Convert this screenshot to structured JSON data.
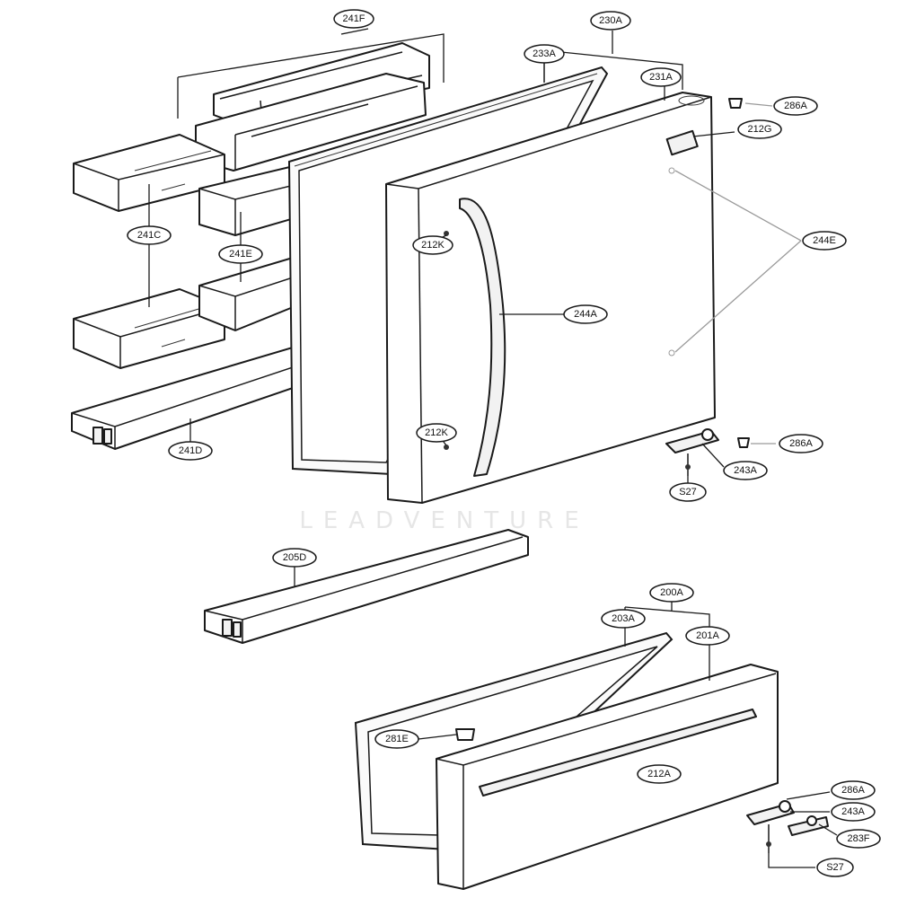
{
  "watermark": "LEADVENTURE",
  "callouts": [
    {
      "id": "241F",
      "label": "241F"
    },
    {
      "id": "230A",
      "label": "230A"
    },
    {
      "id": "233A",
      "label": "233A"
    },
    {
      "id": "231A",
      "label": "231A"
    },
    {
      "id": "286A-top",
      "label": "286A"
    },
    {
      "id": "212G",
      "label": "212G"
    },
    {
      "id": "244E",
      "label": "244E"
    },
    {
      "id": "241C",
      "label": "241C"
    },
    {
      "id": "241E",
      "label": "241E"
    },
    {
      "id": "212K-top",
      "label": "212K"
    },
    {
      "id": "244A",
      "label": "244A"
    },
    {
      "id": "212K-bottom",
      "label": "212K"
    },
    {
      "id": "286A-mid",
      "label": "286A"
    },
    {
      "id": "243A-top",
      "label": "243A"
    },
    {
      "id": "S27-top",
      "label": "S27"
    },
    {
      "id": "241D",
      "label": "241D"
    },
    {
      "id": "205D",
      "label": "205D"
    },
    {
      "id": "200A",
      "label": "200A"
    },
    {
      "id": "203A",
      "label": "203A"
    },
    {
      "id": "201A",
      "label": "201A"
    },
    {
      "id": "281E",
      "label": "281E"
    },
    {
      "id": "212A",
      "label": "212A"
    },
    {
      "id": "286A-bottom",
      "label": "286A"
    },
    {
      "id": "243A-bottom",
      "label": "243A"
    },
    {
      "id": "283F",
      "label": "283F"
    },
    {
      "id": "S27-bottom",
      "label": "S27"
    }
  ]
}
